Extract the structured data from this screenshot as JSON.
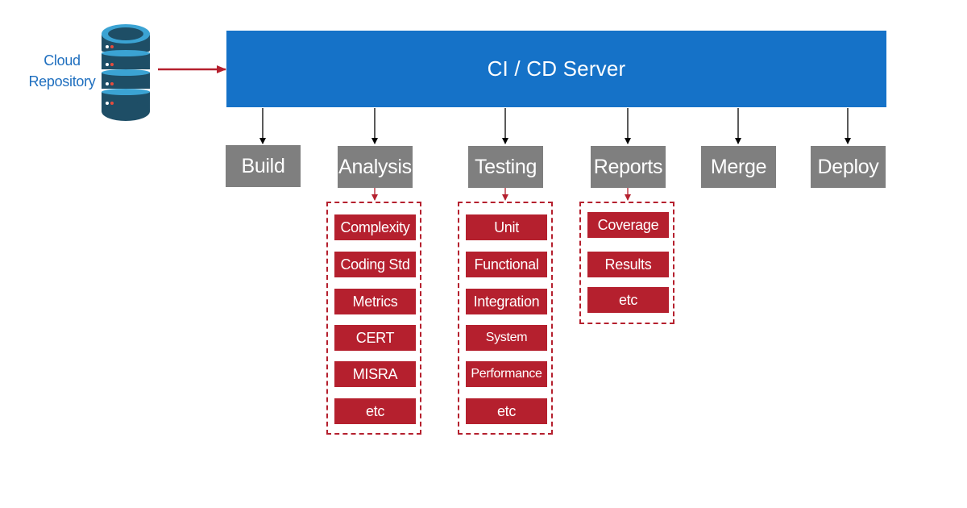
{
  "colors": {
    "server_blue": "#1572c8",
    "stage_gray": "#7f7f7f",
    "item_red": "#b5202e",
    "repo_label_blue": "#1f6fbf",
    "db_dark": "#1e4e66",
    "db_light": "#3ba3d3"
  },
  "repository": {
    "label_line1": "Cloud",
    "label_line2": "Repository",
    "icon": "database-icon"
  },
  "server": {
    "label": "CI / CD Server"
  },
  "stages": [
    {
      "label": "Build"
    },
    {
      "label": "Analysis"
    },
    {
      "label": "Testing"
    },
    {
      "label": "Reports"
    },
    {
      "label": "Merge"
    },
    {
      "label": "Deploy"
    }
  ],
  "analysis_items": [
    "Complexity",
    "Coding Std",
    "Metrics",
    "CERT",
    "MISRA",
    "etc"
  ],
  "testing_items": [
    "Unit",
    "Functional",
    "Integration",
    "System",
    "Performance",
    "etc"
  ],
  "reports_items": [
    "Coverage",
    "Results",
    "etc"
  ]
}
